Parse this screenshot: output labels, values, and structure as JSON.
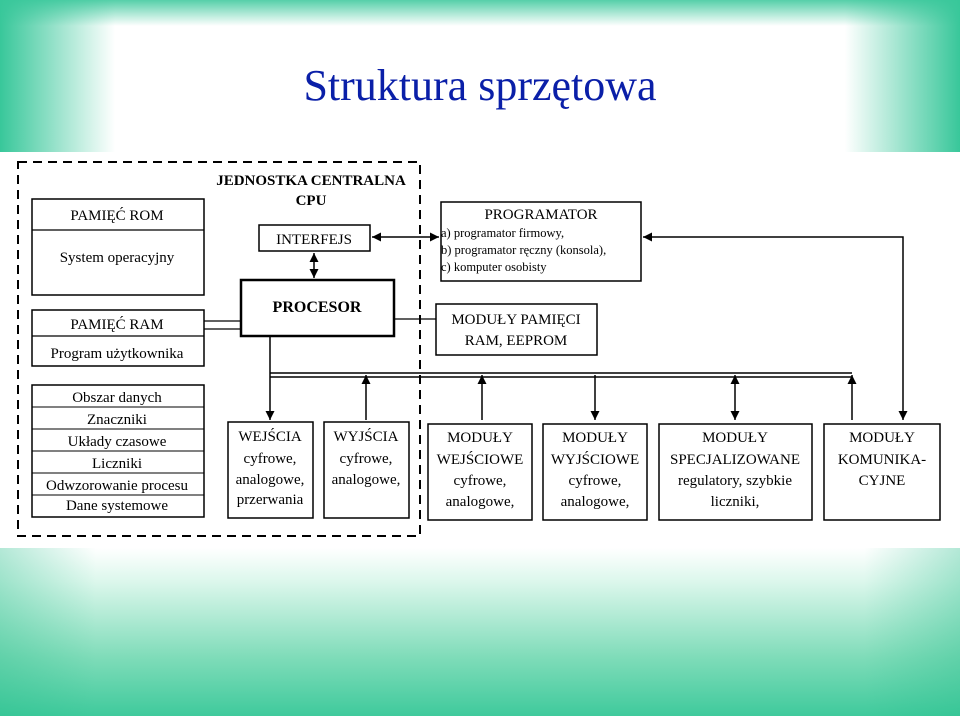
{
  "title": "Struktura sprzętowa",
  "diagram": {
    "cpu_title_line1": "JEDNOSTKA CENTRALNA",
    "cpu_title_line2": "CPU",
    "rom": {
      "title": "PAMIĘĆ ROM",
      "content": "System operacyjny"
    },
    "ram": {
      "title": "PAMIĘĆ RAM",
      "content": "Program użytkownika",
      "areas": [
        "Obszar danych",
        "Znaczniki",
        "Układy czasowe",
        "Liczniki",
        "Odwzorowanie procesu",
        "Dane systemowe"
      ]
    },
    "interface": "INTERFEJS",
    "processor": "PROCESOR",
    "inputs": {
      "title": "WEJŚCIA",
      "lines": [
        "cyfrowe,",
        "analogowe,",
        "przerwania"
      ]
    },
    "outputs": {
      "title": "WYJŚCIA",
      "lines": [
        "cyfrowe,",
        "analogowe,"
      ]
    },
    "programmer": {
      "title": "PROGRAMATOR",
      "items": [
        "a)   programator firmowy,",
        "b)   programator ręczny (konsola),",
        "c)   komputer osobisty"
      ]
    },
    "memory_modules": {
      "line1": "MODUŁY PAMIĘCI",
      "line2": "RAM, EEPROM"
    },
    "modules": [
      {
        "lines": [
          "MODUŁY",
          "WEJŚCIOWE",
          "cyfrowe,",
          "analogowe,"
        ]
      },
      {
        "lines": [
          "MODUŁY",
          "WYJŚCIOWE",
          "cyfrowe,",
          "analogowe,"
        ]
      },
      {
        "lines": [
          "MODUŁY",
          "SPECJALIZOWANE",
          "regulatory, szybkie",
          "liczniki,"
        ]
      },
      {
        "lines": [
          "MODUŁY",
          "KOMUNIKA-",
          "CYJNE"
        ]
      }
    ]
  }
}
